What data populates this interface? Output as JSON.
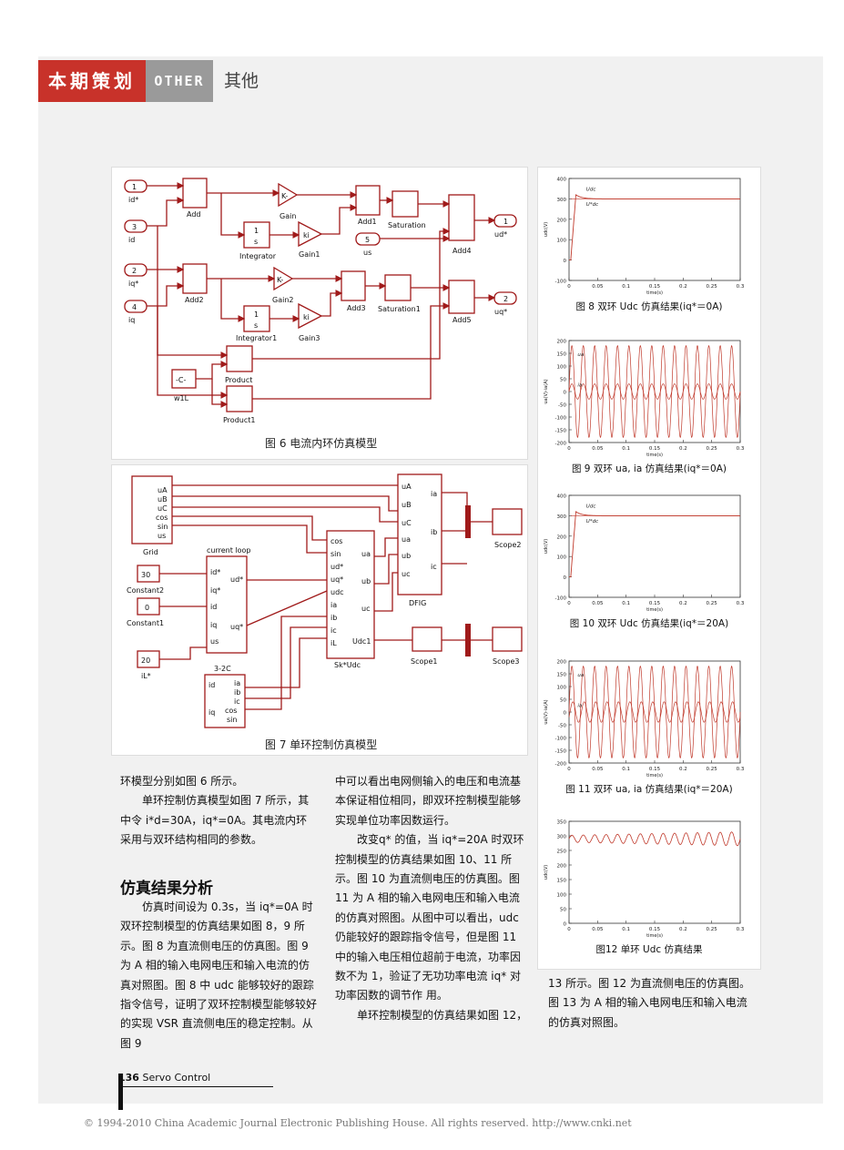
{
  "header": {
    "tag_cn": "本期策划",
    "tag_en": "OTHER",
    "section": "其他"
  },
  "fig6": {
    "caption": "图 6 电流内环仿真模型",
    "blocks": {
      "in1": "1",
      "in1_label": "id*",
      "in3": "3",
      "in3_label": "id",
      "in2": "2",
      "in2_label": "iq*",
      "in4": "4",
      "in4_label": "iq",
      "add": "Add",
      "add1": "Add1",
      "add2": "Add2",
      "add3": "Add3",
      "add4": "Add4",
      "add5": "Add5",
      "gain": "Gain",
      "gain1": "Gain1",
      "gain2": "Gain2",
      "gain3": "Gain3",
      "integrator": "Integrator",
      "integrator1": "Integrator1",
      "saturation": "Saturation",
      "saturation1": "Saturation1",
      "in5": "5",
      "in5_label": "us",
      "out1": "1",
      "out1_label": "ud*",
      "out2": "2",
      "out2_label": "uq*",
      "product": "Product",
      "product1": "Product1",
      "const": "-C-",
      "const_label": "w1L",
      "k": "K-",
      "ki": "ki",
      "one": "1",
      "s": "s"
    }
  },
  "fig7": {
    "caption": "图 7 单环控制仿真模型",
    "grid_ports": [
      "uA",
      "uB",
      "uC",
      "cos",
      "sin",
      "us"
    ],
    "grid_label": "Grid",
    "c30": "30",
    "c30_label": "Constant2",
    "c0": "0",
    "c0_label": "Constant1",
    "c20": "20",
    "c20_label": "iL*",
    "loop_title": "current loop",
    "loop_in": [
      "id*",
      "iq*",
      "id",
      "iq",
      "us"
    ],
    "loop_out": [
      "ud*",
      "uq*"
    ],
    "sk_title": "Sk*Udc",
    "sk_in": [
      "cos",
      "sin",
      "ud*",
      "uq*",
      "udc",
      "ia",
      "ib",
      "ic",
      "iL"
    ],
    "sk_out": [
      "ua",
      "ub",
      "uc",
      "Udc1"
    ],
    "dfig_title": "DFIG",
    "dfig_in": [
      "uA",
      "uB",
      "uC",
      "ua",
      "ub",
      "uc"
    ],
    "dfig_out": [
      "ia",
      "ib",
      "ic"
    ],
    "c32_title": "3-2C",
    "c32_in": [
      "ia",
      "ib",
      "ic",
      "cos",
      "sin"
    ],
    "c32_out": [
      "id",
      "iq"
    ],
    "scope1": "Scope1",
    "scope2": "Scope2",
    "scope3": "Scope3"
  },
  "chart_data": [
    {
      "type": "line",
      "caption": "图 8 双环 Udc 仿真结果(iq*＝0A)",
      "xlabel": "time(s)",
      "ylabel": "udc(V)",
      "xlim": [
        0,
        0.3
      ],
      "ylim": [
        -100,
        400
      ],
      "xticks": [
        "0",
        "0.05",
        "0.1",
        "0.15",
        "0.2",
        "0.25",
        "0.3"
      ],
      "yticks": [
        "400",
        "300",
        "200",
        "100",
        "0",
        "-100"
      ],
      "series": [
        {
          "name": "Udc",
          "description": "rise to ~320V at 0.01s, settles to 300V"
        },
        {
          "name": "U*dc",
          "values_const": 300
        }
      ]
    },
    {
      "type": "line",
      "caption": "图 9 双环 ua, ia 仿真结果(iq*＝0A)",
      "xlabel": "time(s)",
      "ylabel": "ua(V)-ia(A)",
      "xlim": [
        0,
        0.3
      ],
      "ylim": [
        -200,
        200
      ],
      "xticks": [
        "0",
        "0.05",
        "0.1",
        "0.15",
        "0.2",
        "0.25",
        "0.3"
      ],
      "yticks": [
        "200",
        "150",
        "100",
        "50",
        "0",
        "-50",
        "-100",
        "-150",
        "-200"
      ],
      "series": [
        {
          "name": "ua",
          "amplitude": 180,
          "freq_hz": 50
        },
        {
          "name": "ia",
          "amplitude": 30,
          "freq_hz": 50
        }
      ]
    },
    {
      "type": "line",
      "caption": "图 10 双环 Udc 仿真结果(iq*＝20A)",
      "xlabel": "time(s)",
      "ylabel": "udc(V)",
      "xlim": [
        0,
        0.3
      ],
      "ylim": [
        -100,
        400
      ],
      "xticks": [
        "0",
        "0.05",
        "0.1",
        "0.15",
        "0.2",
        "0.25",
        "0.3"
      ],
      "yticks": [
        "400",
        "300",
        "200",
        "100",
        "0",
        "-100"
      ],
      "series": [
        {
          "name": "Udc",
          "description": "rise to ~320V at 0.01s, settles to 300V"
        },
        {
          "name": "U*dc",
          "values_const": 300
        }
      ]
    },
    {
      "type": "line",
      "caption": "图 11 双环 ua, ia 仿真结果(iq*＝20A)",
      "xlabel": "time(s)",
      "ylabel": "ua(V)-ia(A)",
      "xlim": [
        0,
        0.3
      ],
      "ylim": [
        -200,
        200
      ],
      "xticks": [
        "0",
        "0.05",
        "0.1",
        "0.15",
        "0.2",
        "0.25",
        "0.3"
      ],
      "yticks": [
        "200",
        "150",
        "100",
        "50",
        "0",
        "-50",
        "-100",
        "-150",
        "-200"
      ],
      "series": [
        {
          "name": "ua",
          "amplitude": 180,
          "freq_hz": 50
        },
        {
          "name": "ia",
          "amplitude": 40,
          "freq_hz": 50,
          "phase_lag_deg": 30
        }
      ]
    },
    {
      "type": "line",
      "caption": "图12 单环 Udc 仿真结果",
      "xlabel": "time(s)",
      "ylabel": "udc(V)",
      "xlim": [
        0,
        0.3
      ],
      "ylim": [
        0,
        350
      ],
      "xticks": [
        "0",
        "0.05",
        "0.1",
        "0.15",
        "0.2",
        "0.25",
        "0.3"
      ],
      "yticks": [
        "350",
        "300",
        "250",
        "200",
        "150",
        "100",
        "50",
        "0"
      ],
      "series": [
        {
          "name": "",
          "description": "oscillation around 290V, amplitude ~15-25V"
        }
      ]
    }
  ],
  "text": {
    "col1_p1": "环模型分别如图 6 所示。",
    "col1_p2": "单环控制仿真模型如图 7 所示，其中令 i*d=30A，iq*=0A。其电流内环采用与双环结构相同的参数。",
    "heading": "仿真结果分析",
    "col1_p3": "仿真时间设为 0.3s，当 iq*=0A 时双环控制模型的仿真结果如图 8，9 所示。图 8 为直流侧电压的仿真图。图 9 为 A 相的输入电网电压和输入电流的仿真对照图。图 8 中 udc 能够较好的跟踪指令信号，证明了双环控制模型能够较好的实现 VSR 直流侧电压的稳定控制。从图 9",
    "col2_p1": "中可以看出电网侧输入的电压和电流基本保证相位相同，即双环控制模型能够实现单位功率因数运行。",
    "col2_p2": "改变q* 的值，当 iq*=20A 时双环控制模型的仿真结果如图 10、11 所示。图 10 为直流侧电压的仿真图。图 11 为 A 相的输入电网电压和输入电流的仿真对照图。从图中可以看出，udc 仍能较好的跟踪指令信号，但是图 11 中的输入电压相位超前于电流，功率因数不为 1，验证了无功功率电流 iq* 对功率因数的调节作 用。",
    "col2_p3": "单环控制模型的仿真结果如图 12，",
    "col3_p1": "13 所示。图 12 为直流侧电压的仿真图。图 13 为 A 相的输入电网电压和输入电流的仿真对照图。"
  },
  "footer": {
    "page": "136",
    "journal": "Servo Control",
    "copyright": "© 1994-2010 China Academic Journal Electronic Publishing House. All rights reserved.    http://www.cnki.net"
  }
}
